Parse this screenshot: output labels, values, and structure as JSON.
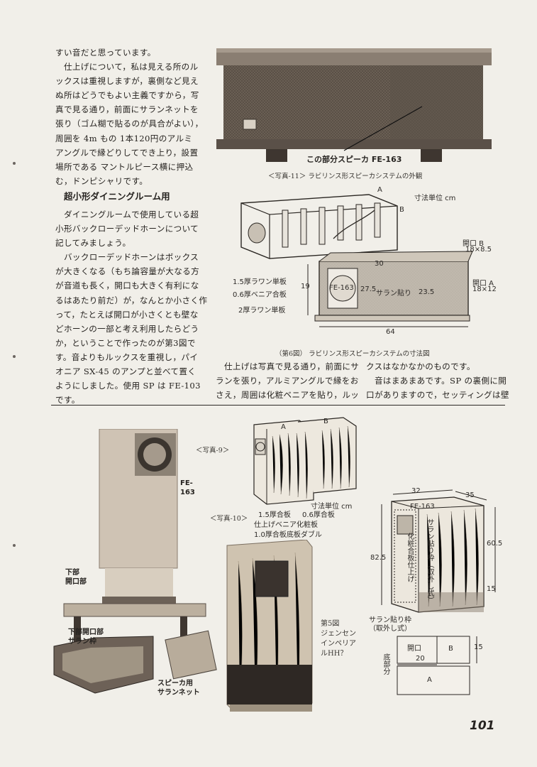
{
  "body_lines": [
    "すい音だと思っています。",
    "　仕上げについて，私は見える所のル",
    "ックスは重視しますが，裏側など見え",
    "ぬ所はどうでもよい主義ですから，写",
    "真で見る通り，前面にサランネットを",
    "張り（ゴム糊で貼るのが具合がよい），",
    "周囲を 4m もの 1本120円のアルミ",
    "アングルで縁どりしてでき上り，設置",
    "場所である マントルピース横に押込",
    "む，ドンピシャリです。"
  ],
  "heading": "超小形ダイニングルーム用",
  "body_lines_2": [
    "　ダイニングルームで使用している超",
    "小形バックローデッドホーンについて",
    "記してみましょう。",
    "　バックローデッドホーンはボックス",
    "が大きくなる（もち論容量が大なる方",
    "が音道も長く，開口も大きく有利にな",
    "るはあたり前だ）が，なんとか小さく作",
    "って，たとえば開口が小さくとも壁な",
    "どホーンの一部と考え利用したらどう",
    "か，ということで作ったのが第3図で",
    "す。音よりもルックスを重視し，パイ",
    "オニア SX-45 のアンプと並べて置く",
    "ようにしました。使用 SP は FE-103",
    "です。"
  ],
  "photo11": {
    "label": "この部分スピーカ FE-163",
    "caption": "＜写真-11＞ ラビリンス形スピーカシステムの外観"
  },
  "fig6": {
    "label_a": "A",
    "label_b": "B",
    "unit": "寸法単位 cm",
    "opening_b_title": "開口 B",
    "opening_b_size": "18×8.5",
    "opening_a_title": "開口 A",
    "opening_a_size": "18×12",
    "materials": [
      "1.5厚ラワン単板",
      "0.6厚ベニア合板",
      "2厚ラワン単板"
    ],
    "dim_19": "19",
    "dim_64": "64",
    "dim_30": "30",
    "dim_27_5": "27.5",
    "dim_23_5": "23.5",
    "speaker": "FE-163",
    "saran": "サラン貼り",
    "caption": "（第6図） ラビリンス形スピーカシステムの寸法図"
  },
  "mid_text": {
    "col1": [
      "　仕上げは写真で見る通り，前面にサ",
      "ランを張り，アルミアングルで縁をお",
      "さえ，周囲は化粧ベニアを貼り，ルッ"
    ],
    "col2": [
      "クスはなかなかのものです。",
      "　音はまあまあです。SP の裏側に開",
      "口がありますので，セッティングは壁"
    ]
  },
  "photo_left_labels": {
    "fe163": "FE-\n163",
    "lower_opening": "下部\n開口部",
    "lower_saran": "下部開口部\nサラン枠",
    "speaker_net": "スピーカ用\nサランネット"
  },
  "photo9": {
    "caption": "＜写真-9＞",
    "label_a": "A",
    "label_b": "B",
    "unit": "寸法単位 cm",
    "mat1": "1.5厚合板",
    "mat2": "0.6厚合板",
    "finish": "仕上げベニア化粧板",
    "base": "1.0厚合板底板ダブル"
  },
  "photo10": {
    "caption": "＜写真-10＞"
  },
  "fig5": {
    "caption": "第5図\nジェンセン\nインペリア\nルHH？"
  },
  "fig5_drawing": {
    "dim_32": "32",
    "dim_35": "35",
    "speaker": "FE-163",
    "dim_82_5": "82.5",
    "dim_60_5": "60.5",
    "dim_15": "15",
    "saran_frame": "サラン貼り枠（取外し式）",
    "finish": "化粧合板仕上げ",
    "saran_frame2": "サラン貼り枠\n（取外し式）",
    "opening": "開口",
    "label_b": "B",
    "label_a": "A",
    "dim_20": "20",
    "dim_15b": "15",
    "bottom": "底部分"
  },
  "page_number": "101"
}
